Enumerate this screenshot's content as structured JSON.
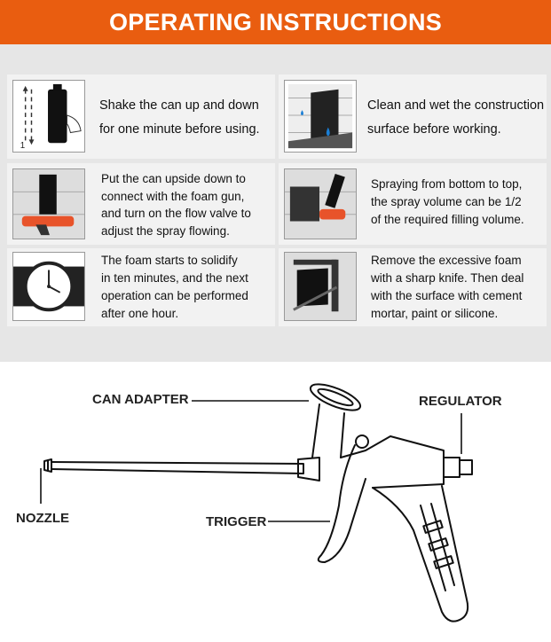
{
  "header": {
    "title": "OPERATING INSTRUCTIONS",
    "color": "#e95d10"
  },
  "steps": [
    {
      "text_lines": [
        "Shake the can up and down",
        "for one minute before using."
      ],
      "icon": "shake-can-icon"
    },
    {
      "text_lines": [
        "Clean and wet the construction",
        "surface before working."
      ],
      "icon": "wet-surface-icon"
    },
    {
      "text_lines": [
        "Put the can upside down to",
        "connect with the foam gun,",
        "and turn on the flow valve to",
        "adjust the spray flowing."
      ],
      "icon": "connect-gun-icon"
    },
    {
      "text_lines": [
        "Spraying from bottom to top,",
        "the spray volume can be 1/2",
        "of the required filling volume."
      ],
      "icon": "spray-bottom-top-icon"
    },
    {
      "text_lines": [
        "The foam starts to solidify",
        "in ten minutes, and the next",
        "operation can be performed",
        "after one hour."
      ],
      "icon": "clock-icon"
    },
    {
      "text_lines": [
        "Remove the excessive foam",
        "with a sharp knife. Then deal",
        "with the surface with cement",
        "mortar, paint or silicone."
      ],
      "icon": "knife-trim-icon"
    }
  ],
  "diagram": {
    "labels": {
      "can_adapter": "CAN ADAPTER",
      "regulator": "REGULATOR",
      "nozzle": "NOZZLE",
      "trigger": "TRIGGER"
    }
  }
}
